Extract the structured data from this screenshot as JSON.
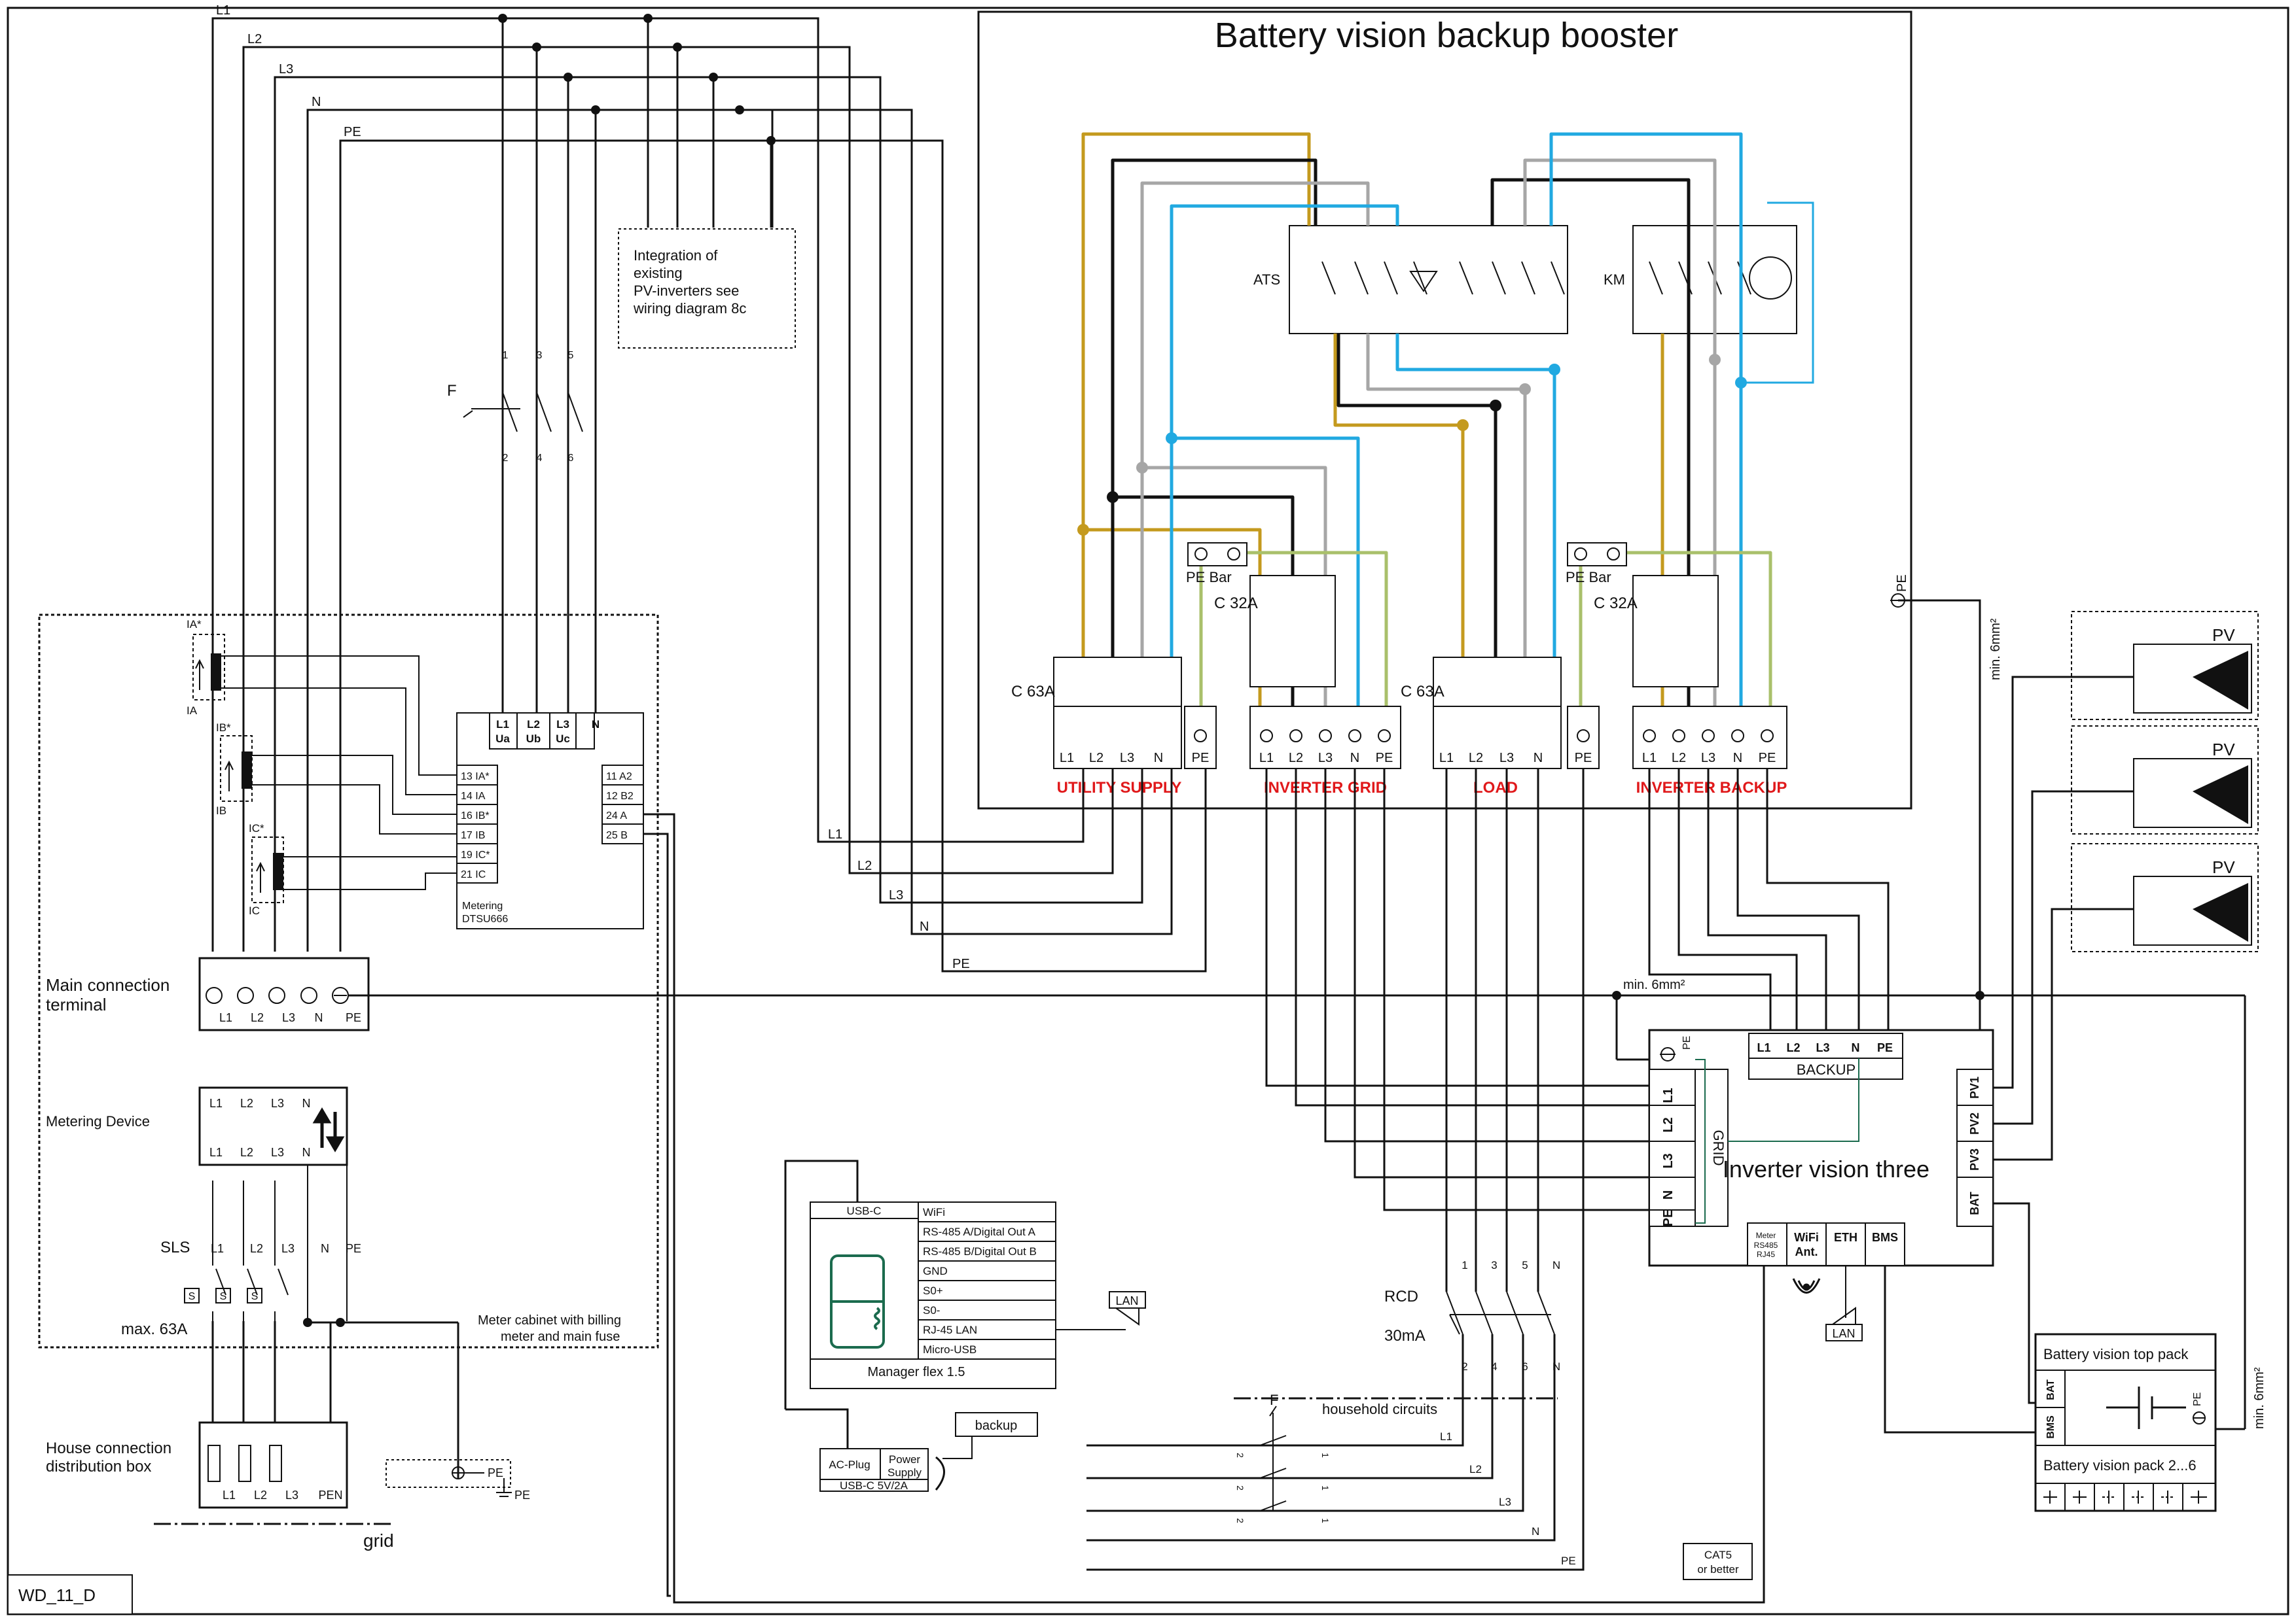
{
  "booster": {
    "title": "Battery vision backup booster",
    "ats_label": "ATS",
    "km_label": "KM",
    "pe_bar": "PE Bar",
    "breaker_c32": "C 32A",
    "breaker_c63": "C 63A",
    "group_utility": "UTILITY SUPPLY",
    "group_inverter_grid": "INVERTER GRID",
    "group_load": "LOAD",
    "group_inverter_backup": "INVERTER BACKUP",
    "pe": "PE"
  },
  "terminals": {
    "five": [
      "L1",
      "L2",
      "L3",
      "N",
      "PE"
    ],
    "l1": "L1",
    "l2": "L2",
    "l3": "L3",
    "n": "N",
    "pe": "PE",
    "pen": "PEN"
  },
  "integration_note": [
    "Integration of",
    "existing",
    "PV-inverters see",
    "wiring diagram 8c"
  ],
  "fuse_f": "F",
  "fuse_numbers": {
    "top": [
      "1",
      "3",
      "5"
    ],
    "bottom": [
      "2",
      "4",
      "6"
    ]
  },
  "ct_labels": {
    "ia_star": "IA*",
    "ia": "IA",
    "ib_star": "IB*",
    "ib": "IB",
    "ic_star": "IC*",
    "ic": "IC"
  },
  "meter": {
    "top_terminals": [
      [
        "L1",
        "Ua"
      ],
      [
        "L2",
        "Ub"
      ],
      [
        "L3",
        "Uc"
      ],
      [
        "N",
        ""
      ]
    ],
    "left_terminals": [
      "13 IA*",
      "14 IA",
      "16 IB*",
      "17 IB",
      "19 IC*",
      "21 IC"
    ],
    "right_terminals": [
      "11 A2",
      "12 B2",
      "24  A",
      "25  B"
    ],
    "name": [
      "Metering",
      "DTSU666"
    ]
  },
  "cabinet": {
    "main_connection": [
      "Main connection",
      "terminal"
    ],
    "metering_device": "Metering Device",
    "sls": "SLS",
    "s": "S",
    "max": "max. 63A",
    "note": [
      "Meter cabinet with billing",
      "meter and main fuse"
    ],
    "house": [
      "House connection",
      "distribution box"
    ],
    "grid": "grid"
  },
  "min6": "min. 6mm²",
  "pv": "PV",
  "inverter": {
    "name": "Inverter vision three",
    "backup": "BACKUP",
    "grid": "GRID",
    "grid_terms": [
      "L1",
      "L2",
      "L3",
      "N",
      "PE"
    ],
    "pv_terms": [
      "PV1",
      "PV2",
      "PV3",
      "BAT"
    ],
    "meter_box": [
      "Meter",
      "RS485",
      "RJ45"
    ],
    "wifi": [
      "WiFi",
      "Ant."
    ],
    "eth": "ETH",
    "bms": "BMS"
  },
  "lan": "LAN",
  "manager": {
    "usbc": "USB-C",
    "ports": [
      "WiFi",
      "RS-485 A/Digital Out A",
      "RS-485 B/Digital Out B",
      "GND",
      "S0+",
      "S0-",
      "RJ-45 LAN",
      "Micro-USB"
    ],
    "name": "Manager flex 1.5",
    "ac_plug": "AC-Plug",
    "power_supply": [
      "Power",
      "Supply"
    ],
    "usbc_5v": "USB-C 5V/2A",
    "backup": "backup"
  },
  "rcd": {
    "label": "RCD",
    "rating": "30mA",
    "top": [
      "1",
      "3",
      "5",
      "N"
    ],
    "bottom": [
      "2",
      "4",
      "6",
      "N"
    ]
  },
  "household": {
    "label": "household circuits",
    "lines": [
      "L1",
      "L2",
      "L3",
      "N",
      "PE"
    ],
    "pin_left": "2",
    "pin_right": "1"
  },
  "cat5": [
    "CAT5",
    "or better"
  ],
  "battery": {
    "top": "Battery vision top pack",
    "bat": "BAT",
    "bms": "BMS",
    "pack": "Battery vision pack 2...6"
  },
  "doc_id": "WD_11_D",
  "colors": {
    "l1": "#c49a1e",
    "l2": "#111111",
    "l3": "#a6a6a6",
    "n": "#21a9e1",
    "pe": "#a9c06b",
    "label_red": "#e0191b",
    "dark_green": "#1b6b4e"
  }
}
